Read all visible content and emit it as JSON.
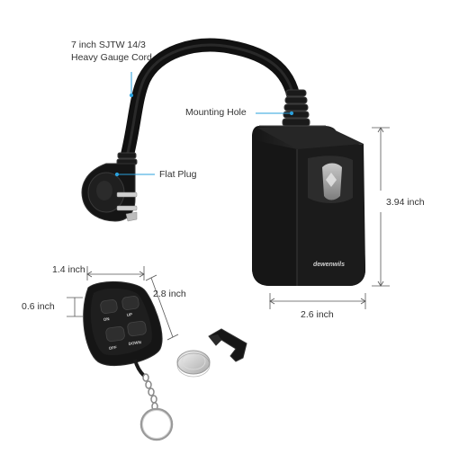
{
  "callouts": {
    "cord_line1": "7 inch SJTW 14/3",
    "cord_line2": "Heavy Gauge Cord",
    "mounting_hole": "Mounting Hole",
    "flat_plug": "Flat Plug"
  },
  "dimensions": {
    "outlet_height": "3.94 inch",
    "outlet_width": "2.6 inch",
    "remote_width": "1.4 inch",
    "remote_thickness": "0.6 inch",
    "remote_length": "2.8 inch"
  },
  "brand": "dewenwils",
  "remote_buttons": {
    "on": "ON",
    "up": "UP",
    "off": "OFF",
    "down": "DOWN"
  },
  "colors": {
    "accent_line": "#2aa0dc",
    "product_body": "#1c1c1c",
    "dimension_line": "#555555"
  },
  "icons": [
    "cord-icon",
    "plug-icon",
    "outlet-icon",
    "remote-icon",
    "battery-icon",
    "keyring-icon",
    "bracket-icon"
  ]
}
